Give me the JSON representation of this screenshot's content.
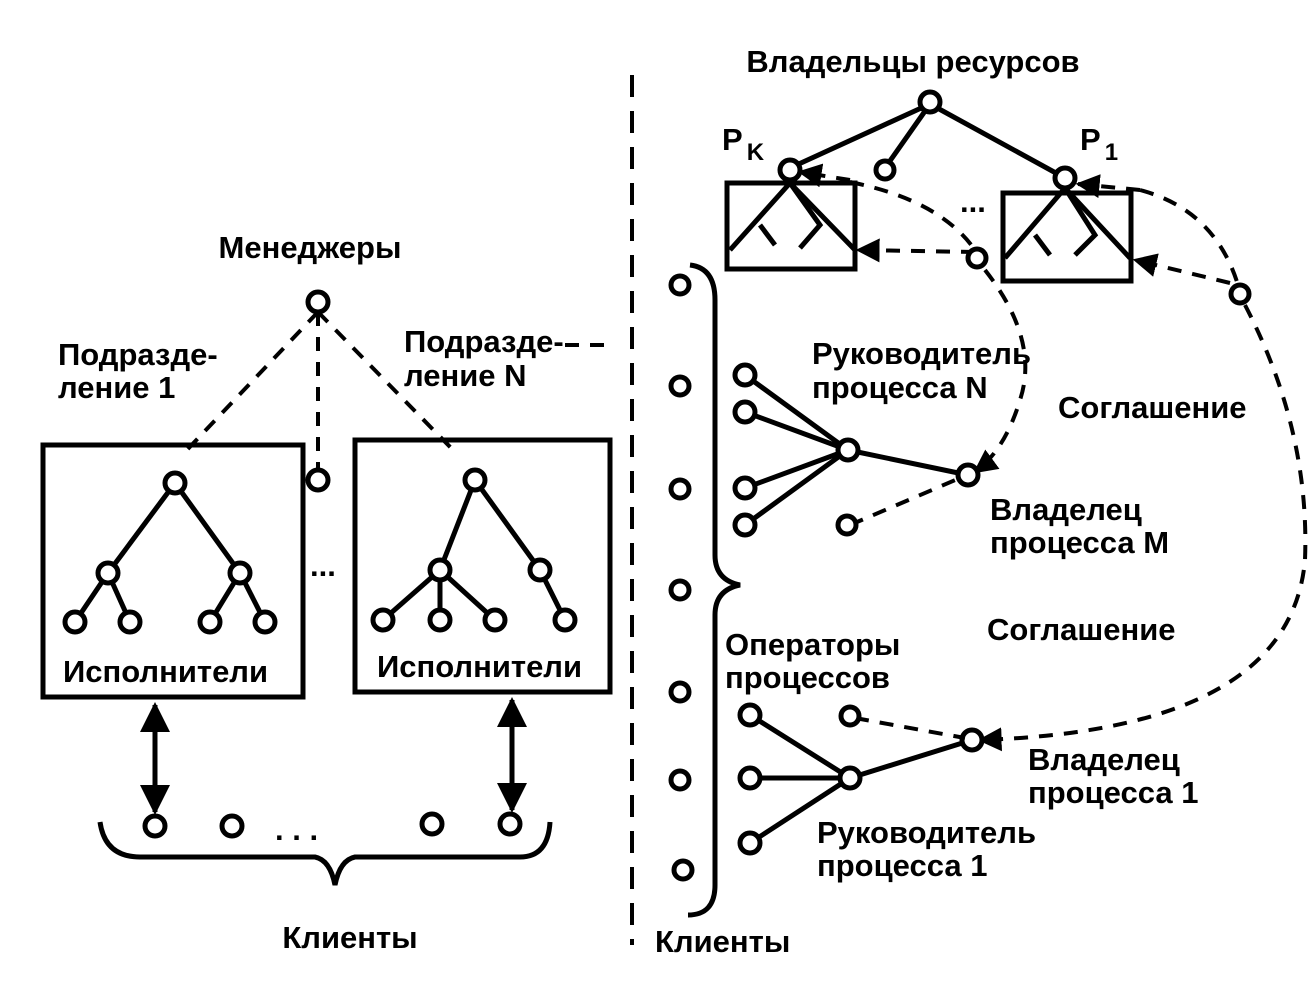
{
  "left": {
    "managers": "Менеджеры",
    "division_1": [
      "Подразде-",
      "ление 1"
    ],
    "division_n": [
      "Подразде-",
      "ление N"
    ],
    "performers_1": "Исполнители",
    "performers_2": "Исполнители",
    "dots_between_boxes": "...",
    "dots_clients": ". . .",
    "clients": "Клиенты"
  },
  "right": {
    "resource_owners": "Владельцы ресурсов",
    "pk": "P",
    "pk_sub": "K",
    "p1": "P",
    "p1_sub": "1",
    "dots_between_boxes": "...",
    "head_process_n": [
      "Руководитель",
      "процесса N"
    ],
    "agreement_1": "Соглашение",
    "owner_process_m": [
      "Владелец",
      "процесса M"
    ],
    "agreement_2": "Соглашение",
    "process_operators": [
      "Операторы",
      "процессов"
    ],
    "owner_process_1": [
      "Владелец",
      "процесса 1"
    ],
    "head_process_1": [
      "Руководитель",
      "процесса 1"
    ],
    "clients": "Клиенты"
  }
}
